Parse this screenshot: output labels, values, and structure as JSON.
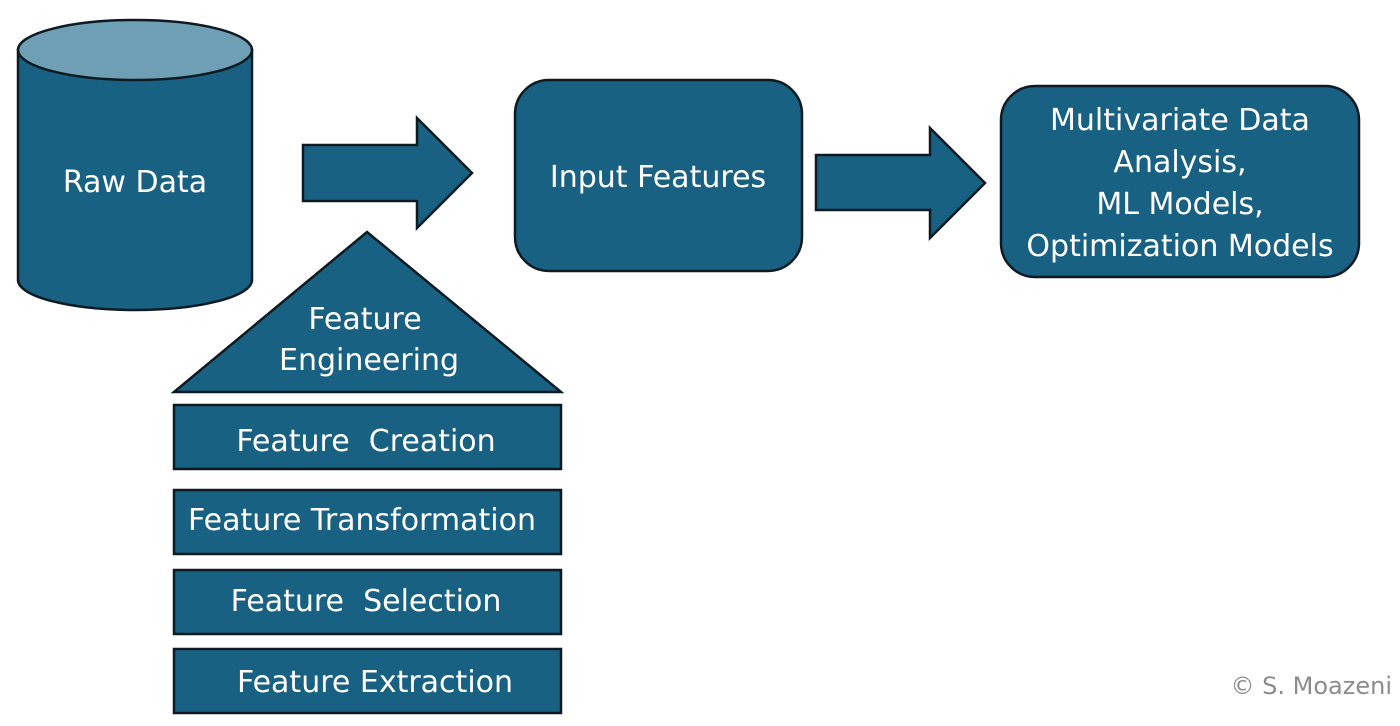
{
  "colors": {
    "fill": "#196182",
    "cylinder_top": "#6f9fb5",
    "stroke": "#0e1a22",
    "copyright": "#8c8c8c"
  },
  "raw_data": {
    "label": "Raw Data"
  },
  "input_features": {
    "label": "Input Features"
  },
  "analysis": {
    "lines": [
      "Multivariate Data",
      "Analysis,",
      "ML Models,",
      "Optimization Models"
    ]
  },
  "feature_engineering": {
    "title_lines": [
      "Feature",
      "Engineering"
    ],
    "layers": [
      "Feature  Creation",
      "Feature Transformation",
      "Feature  Selection",
      "Feature Extraction"
    ]
  },
  "copyright": "© S. Moazeni"
}
